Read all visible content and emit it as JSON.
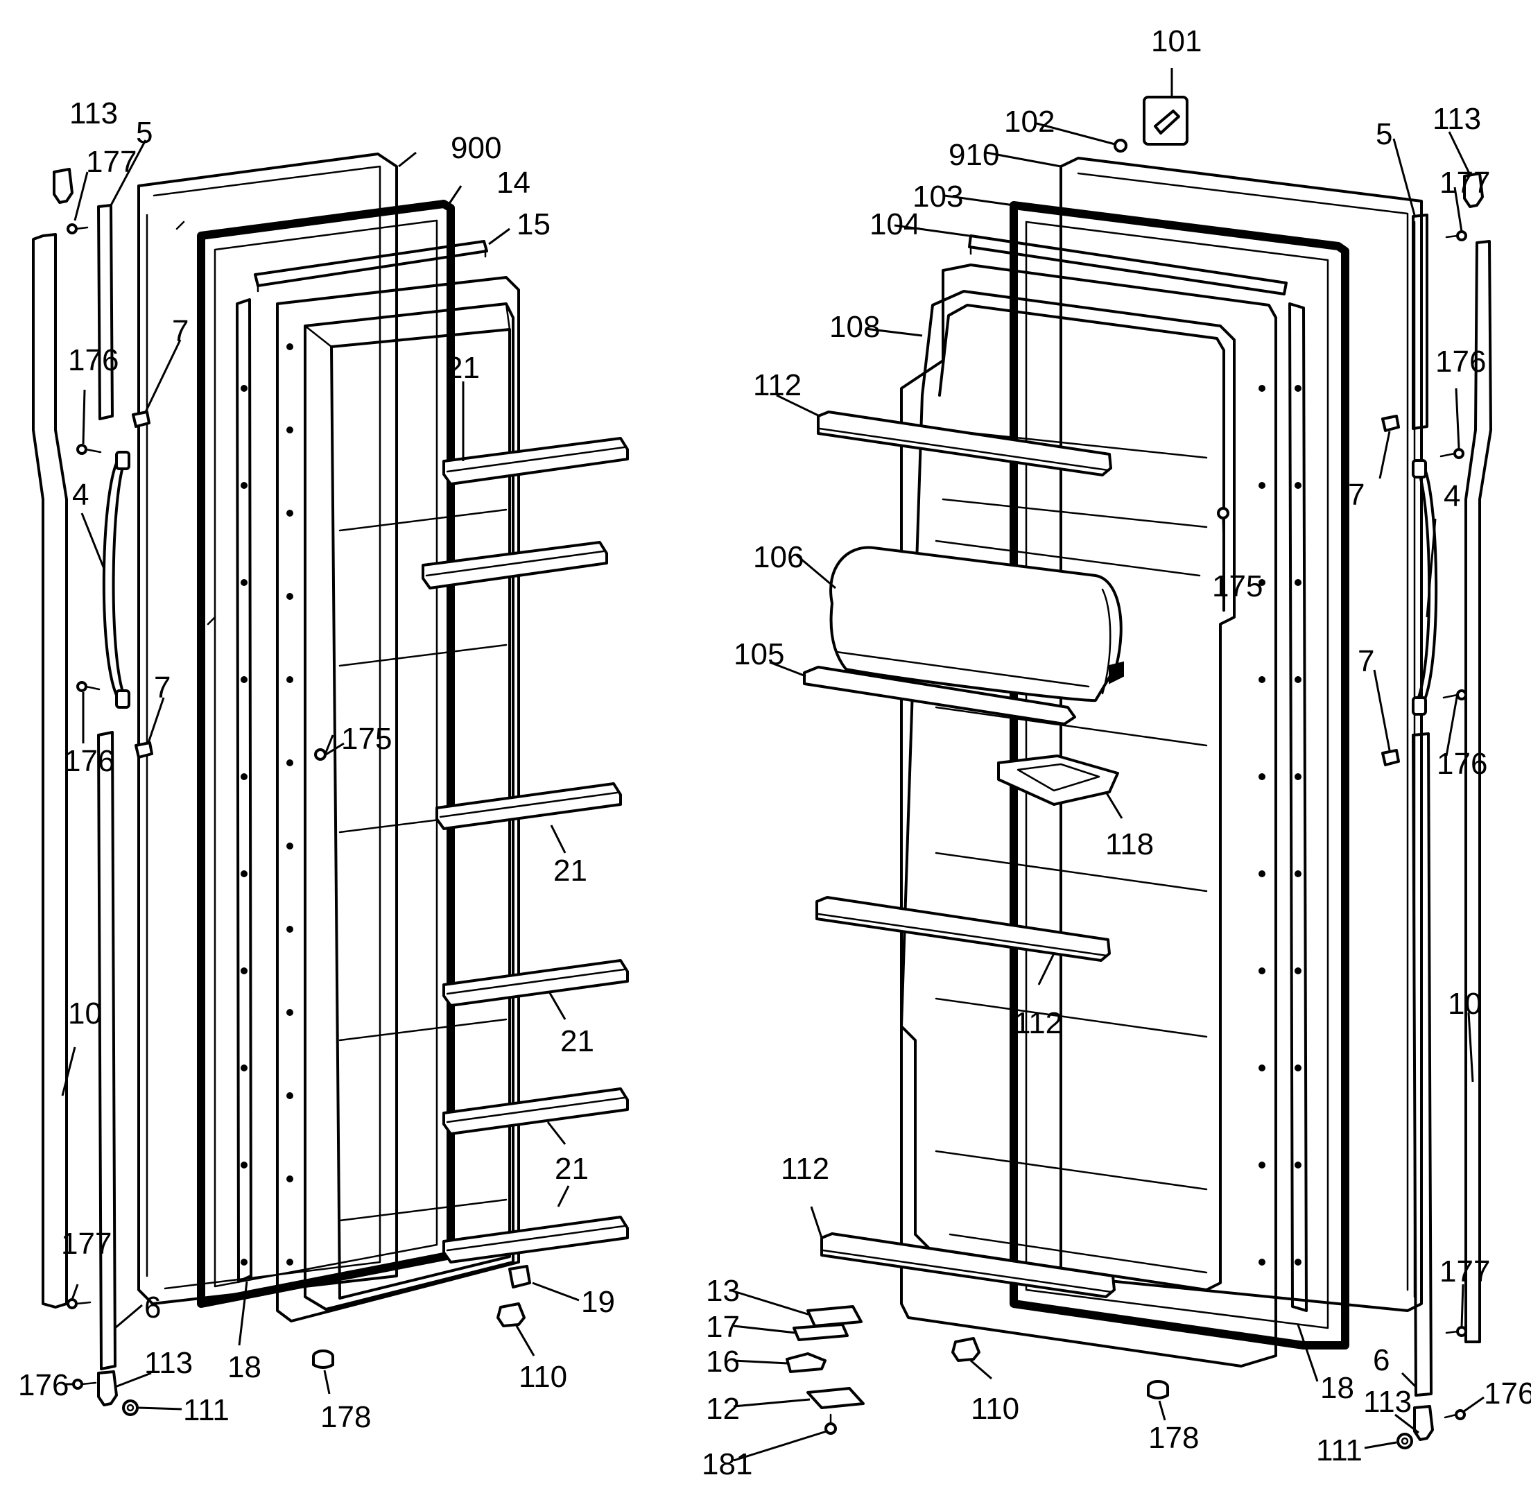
{
  "callouts": {
    "l_113_top": "113",
    "l_177_top": "177",
    "l_5": "5",
    "l_900": "900",
    "l_14": "14",
    "l_15": "15",
    "l_176_a": "176",
    "l_7_a": "7",
    "l_21_a": "21",
    "l_4": "4",
    "l_176_b": "176",
    "l_7_b": "7",
    "l_175": "175",
    "l_21_b": "21",
    "l_10": "10",
    "l_21_c": "21",
    "l_21_d": "21",
    "l_177_bot": "177",
    "l_6": "6",
    "l_19": "19",
    "l_176_c": "176",
    "l_113_bot": "113",
    "l_111": "111",
    "l_18": "18",
    "l_178": "178",
    "l_110": "110",
    "r_101": "101",
    "r_102": "102",
    "r_910": "910",
    "r_103": "103",
    "r_104": "104",
    "r_113_top": "113",
    "r_5": "5",
    "r_177_top": "177",
    "r_108": "108",
    "r_112_a": "112",
    "r_176_a": "176",
    "r_7_a": "7",
    "r_4": "4",
    "r_175": "175",
    "r_106": "106",
    "r_105": "105",
    "r_7_b": "7",
    "r_176_b": "176",
    "r_118": "118",
    "r_112_b": "112",
    "r_10": "10",
    "r_112_c": "112",
    "r_177_bot": "177",
    "r_13": "13",
    "r_17": "17",
    "r_16": "16",
    "r_12": "12",
    "r_181": "181",
    "r_110": "110",
    "r_178": "178",
    "r_18": "18",
    "r_6": "6",
    "r_113_bot": "113",
    "r_176_c": "176",
    "r_111": "111"
  }
}
